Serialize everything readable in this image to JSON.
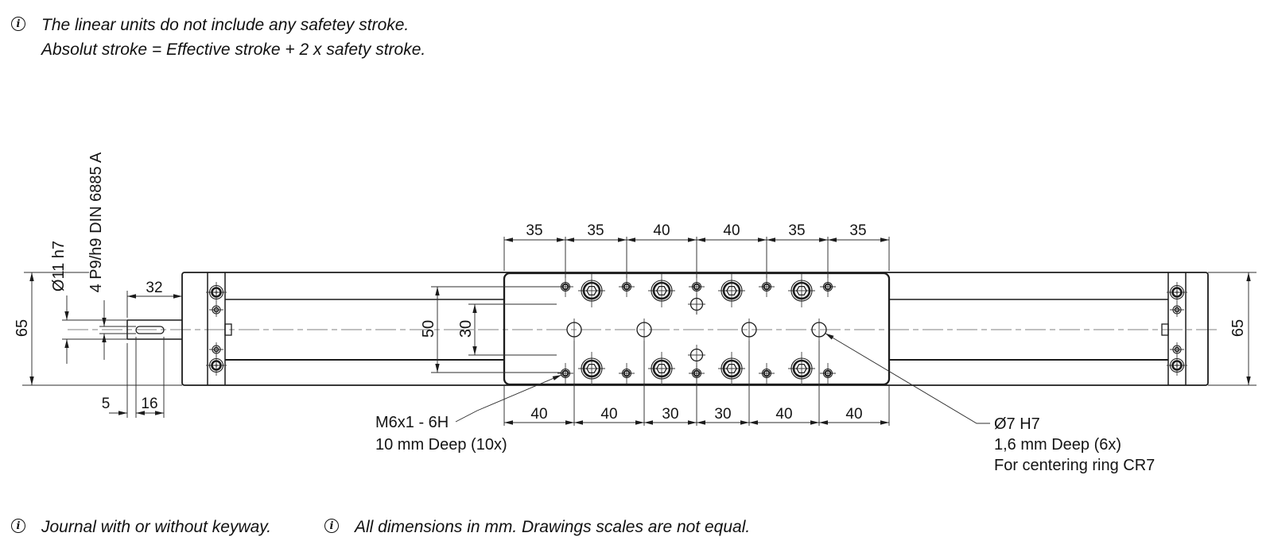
{
  "notes": {
    "top_line1": "The linear units do not include any safetey stroke.",
    "top_line2": "Absolut stroke = Effective stroke + 2 x safety stroke.",
    "bottom_left": "Journal with or without keyway.",
    "bottom_right": "All dimensions in mm. Drawings scales are not equal."
  },
  "dims": {
    "top_chain": [
      "35",
      "35",
      "40",
      "40",
      "35",
      "35"
    ],
    "bottom_chain": [
      "40",
      "40",
      "30",
      "30",
      "40",
      "40"
    ],
    "height_left": "65",
    "height_right": "65",
    "journal_length": "32",
    "journal_diameter": "Ø11 h7",
    "keyway_spec": "4 P9/h9  DIN 6885 A",
    "keyway_offset": "5",
    "keyway_length": "16",
    "hole_row_spacing": "50",
    "center_hole_spacing": "30"
  },
  "callouts": {
    "thread_line1": "M6x1 - 6H",
    "thread_line2": "10 mm Deep  (10x)",
    "centering_line1": "Ø7 H7",
    "centering_line2": "1,6 mm Deep  (6x)",
    "centering_line3": "For centering ring CR7"
  },
  "colors": {
    "line": "#1c1c1c",
    "centerline": "#9a9a9a",
    "background": "#ffffff"
  }
}
